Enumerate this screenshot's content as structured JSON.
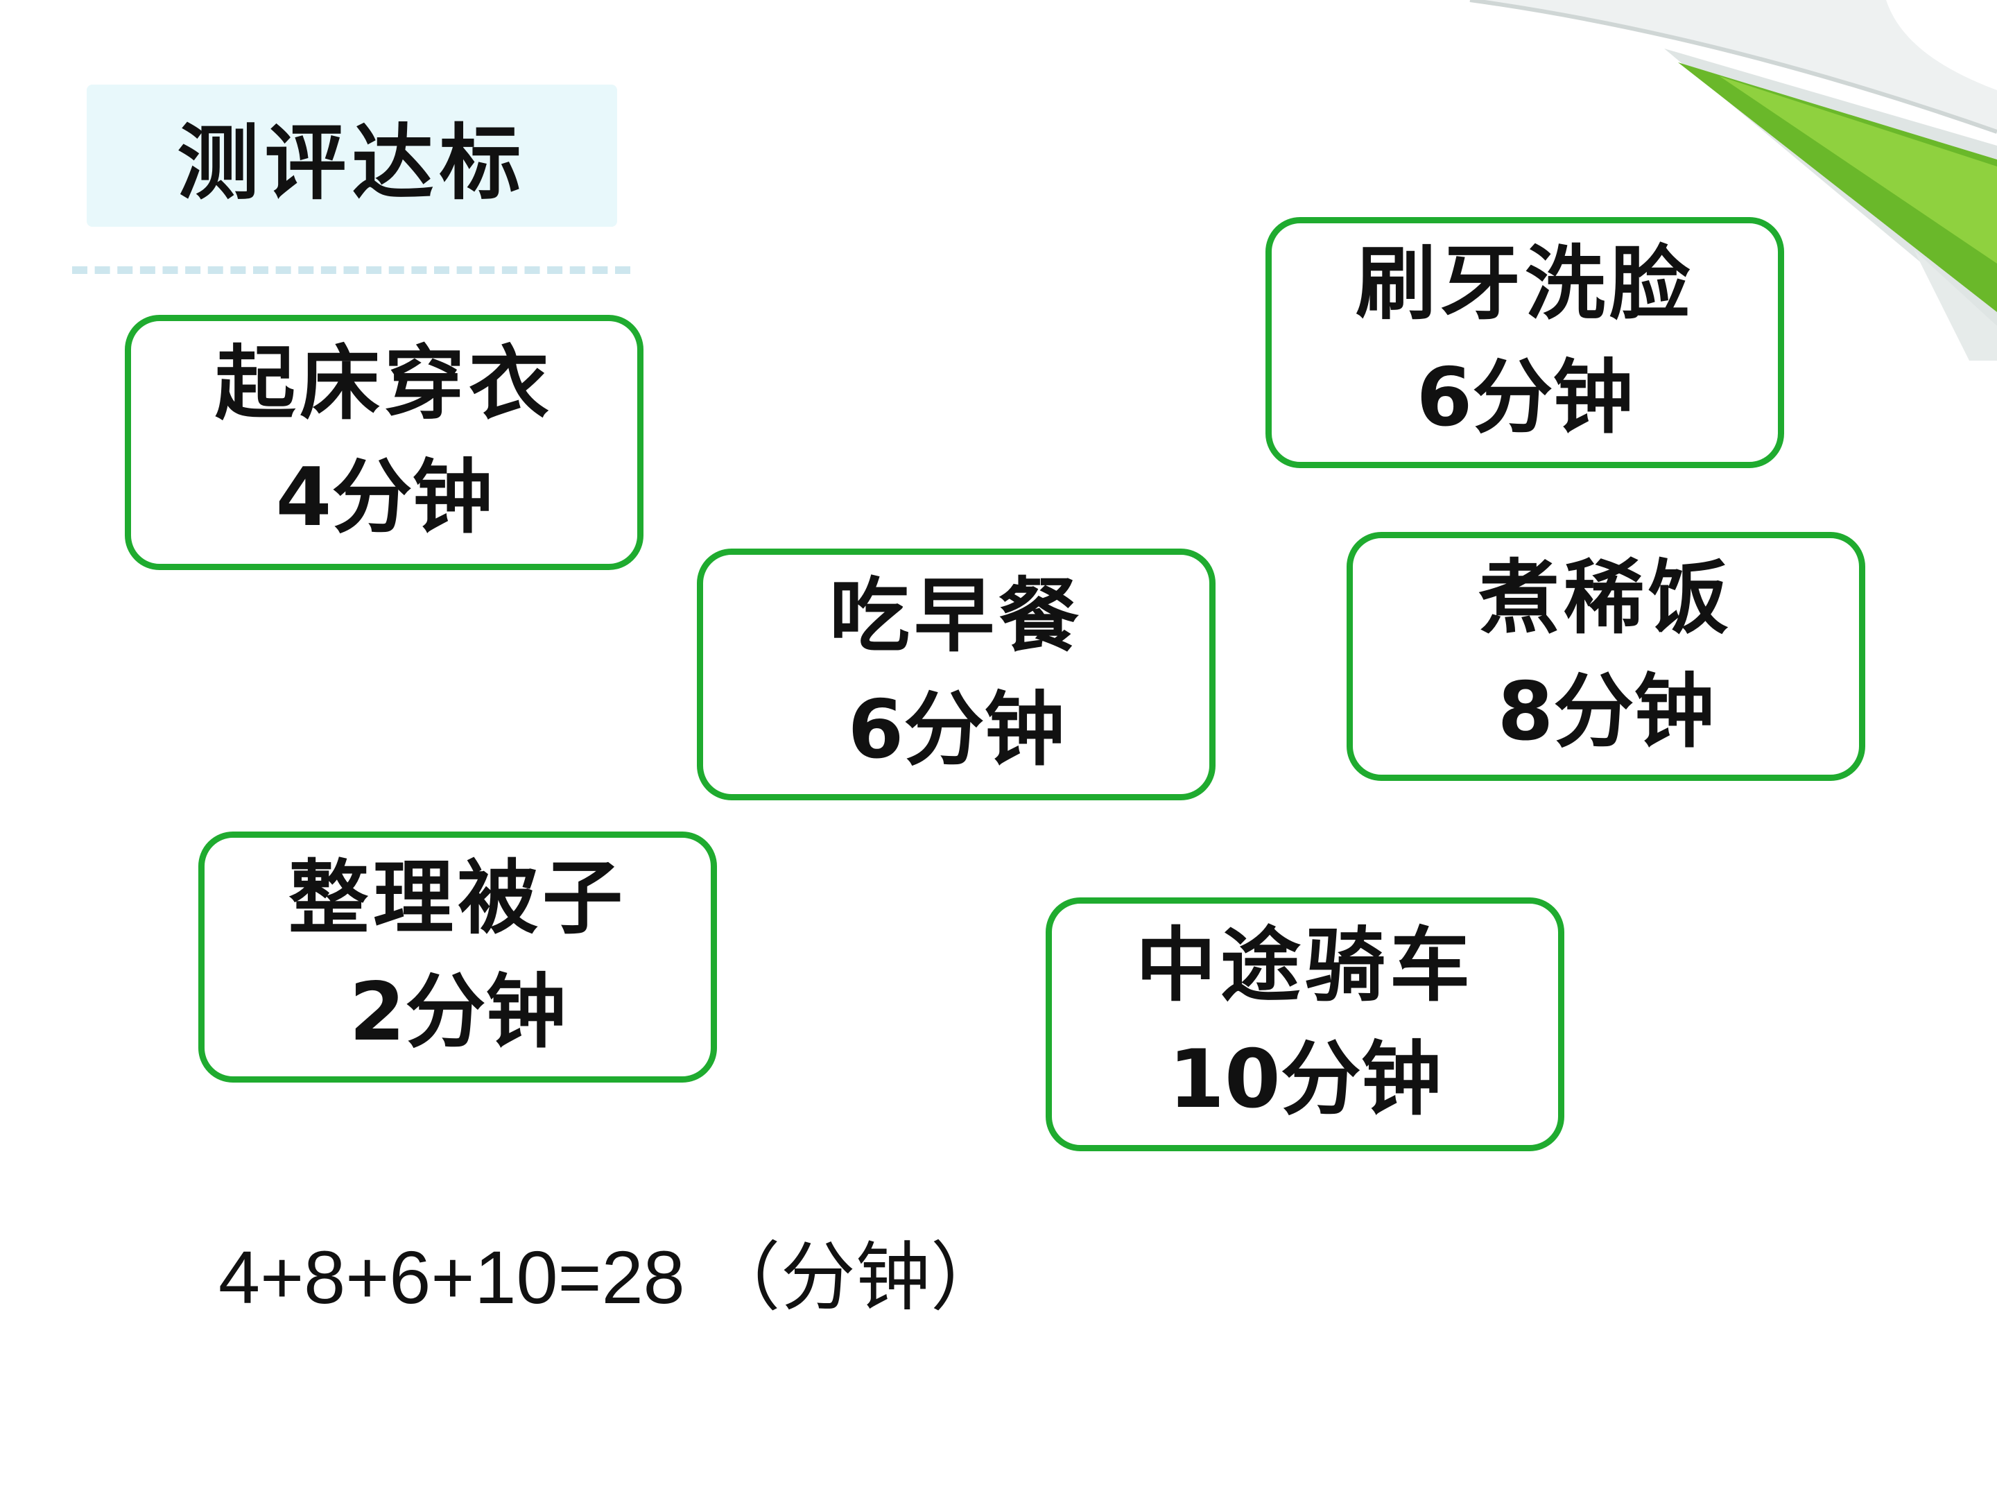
{
  "title": "测评达标",
  "cards": [
    {
      "task": "起床穿衣",
      "time": "4分钟"
    },
    {
      "task": "刷牙洗脸",
      "time": "6分钟"
    },
    {
      "task": "吃早餐",
      "time": "6分钟"
    },
    {
      "task": "煮稀饭",
      "time": "8分钟"
    },
    {
      "task": "整理被子",
      "time": "2分钟"
    },
    {
      "task": "中途骑车",
      "time": "10分钟"
    }
  ],
  "equation": "4+8+6+10=28 （分钟）",
  "colors": {
    "card_border": "#1fab2f",
    "title_bg": "#e8f8fb",
    "dash": "#cde6ee",
    "corner_green": "#6ab82a"
  }
}
